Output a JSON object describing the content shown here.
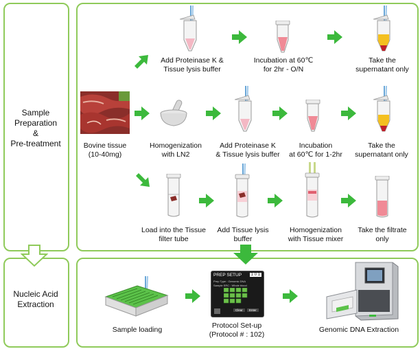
{
  "colors": {
    "panel_border": "#8fca5a",
    "arrow": "#3cb93c",
    "sample_red": "#e0404a",
    "supernatant_yellow": "#f4c020"
  },
  "sections": {
    "pretreatment": "Sample\nPreparation\n&\nPre-treatment",
    "extraction": "Nucleic Acid\nExtraction"
  },
  "row0": {
    "step1": "Add Proteinase K &\nTissue lysis buffer",
    "step2": "Incubation at 60℃\nfor 2hr - O/N",
    "step3": "Take the\nsupernatant only"
  },
  "row1": {
    "sample": "Bovine tissue\n(10-40mg)",
    "step1": "Homogenization\nwith LN2",
    "step2": "Add Proteinase K\n& Tissue lysis buffer",
    "step3": "Incubation\nat 60℃ for 1-2hr",
    "step4": "Take the\nsupernatant only"
  },
  "row2": {
    "step1": "Load into the Tissue\nfilter tube",
    "step2": "Add Tissue lysis\nbuffer",
    "step3": "Homogenization\nwith Tissue mixer",
    "step4": "Take the filtrate\nonly"
  },
  "extraction": {
    "step1": "Sample loading",
    "step2": "Protocol Set-up\n(Protocol # : 102)",
    "step3": "Genomic DNA Extraction",
    "screen": {
      "title": "PREP SETUP",
      "number": "1 0 1",
      "line1": "Prep Type : Genomic DNA",
      "line2": "Sample SRC : Whole blood",
      "btn_clear": "Clear",
      "btn_enter": "Enter"
    }
  }
}
